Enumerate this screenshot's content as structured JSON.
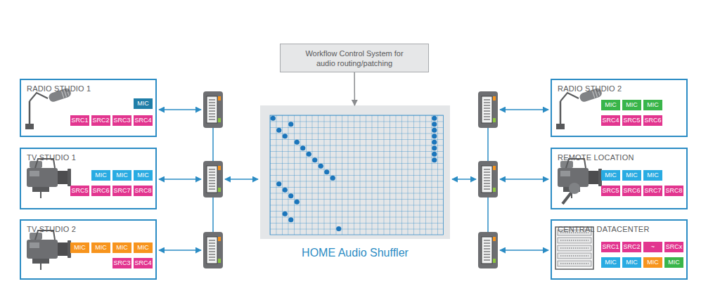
{
  "diagram": {
    "nodes": [
      {
        "text": [
          "Workflow Control System for audio routing/patching"
        ]
      },
      {
        "text": [
          "HOME Audio Shuffler"
        ]
      },
      {
        "text": [
          "RADIO STUDIO 1"
        ]
      },
      {
        "text": [
          "MIC"
        ],
        "in": 2
      },
      {
        "text": [
          "SRC1"
        ],
        "in": 2
      },
      {
        "text": [
          "SRC2"
        ],
        "in": 2
      },
      {
        "text": [
          "SRC3"
        ],
        "in": 2
      },
      {
        "text": [
          "SRC4"
        ],
        "in": 2
      },
      {
        "text": [
          "TV STUDIO 1"
        ]
      },
      {
        "text": [
          "MIC"
        ],
        "in": 8
      },
      {
        "text": [
          "MIC"
        ],
        "in": 8
      },
      {
        "text": [
          "MIC"
        ],
        "in": 8
      },
      {
        "text": [
          "SRC5"
        ],
        "in": 8
      },
      {
        "text": [
          "SRC6"
        ],
        "in": 8
      },
      {
        "text": [
          "SRC7"
        ],
        "in": 8
      },
      {
        "text": [
          "SRC8"
        ],
        "in": 8
      },
      {
        "text": [
          "TV STUDIO 2"
        ]
      },
      {
        "text": [
          "MIC"
        ],
        "in": 16
      },
      {
        "text": [
          "MIC"
        ],
        "in": 16
      },
      {
        "text": [
          "MIC"
        ],
        "in": 16
      },
      {
        "text": [
          "MIC"
        ],
        "in": 16
      },
      {
        "text": [
          "SRC3"
        ],
        "in": 16
      },
      {
        "text": [
          "SRC4"
        ],
        "in": 16
      },
      {
        "text": [
          "RADIO STUDIO 2"
        ]
      },
      {
        "text": [
          "MIC"
        ],
        "in": 23
      },
      {
        "text": [
          "MIC"
        ],
        "in": 23
      },
      {
        "text": [
          "MIC"
        ],
        "in": 23
      },
      {
        "text": [
          "SRC4"
        ],
        "in": 23
      },
      {
        "text": [
          "SRC5"
        ],
        "in": 23
      },
      {
        "text": [
          "SRC6"
        ],
        "in": 23
      },
      {
        "text": [
          "REMOTE LOCATION"
        ]
      },
      {
        "text": [
          "MIC"
        ],
        "in": 30
      },
      {
        "text": [
          "MIC"
        ],
        "in": 30
      },
      {
        "text": [
          "MIC"
        ],
        "in": 30
      },
      {
        "text": [
          "SRC5"
        ],
        "in": 30
      },
      {
        "text": [
          "SRC6"
        ],
        "in": 30
      },
      {
        "text": [
          "SRC7"
        ],
        "in": 30
      },
      {
        "text": [
          "SRC8"
        ],
        "in": 30
      },
      {
        "text": [
          "CENTRAL DATACENTER"
        ]
      },
      {
        "text": [
          "SRC1"
        ],
        "in": 38
      },
      {
        "text": [
          "SRC2"
        ],
        "in": 38
      },
      {
        "text": [
          "~"
        ],
        "in": 38
      },
      {
        "text": [
          "SRCx"
        ],
        "in": 38
      },
      {
        "text": [
          "MIC"
        ],
        "in": 38
      },
      {
        "text": [
          "MIC"
        ],
        "in": 38
      },
      {
        "text": [
          "MIC"
        ],
        "in": 38
      },
      {
        "text": [
          "MIC"
        ],
        "in": 38
      }
    ],
    "edges": [
      {
        "from": 0,
        "to": 1,
        "arrow": "to"
      }
    ]
  }
}
